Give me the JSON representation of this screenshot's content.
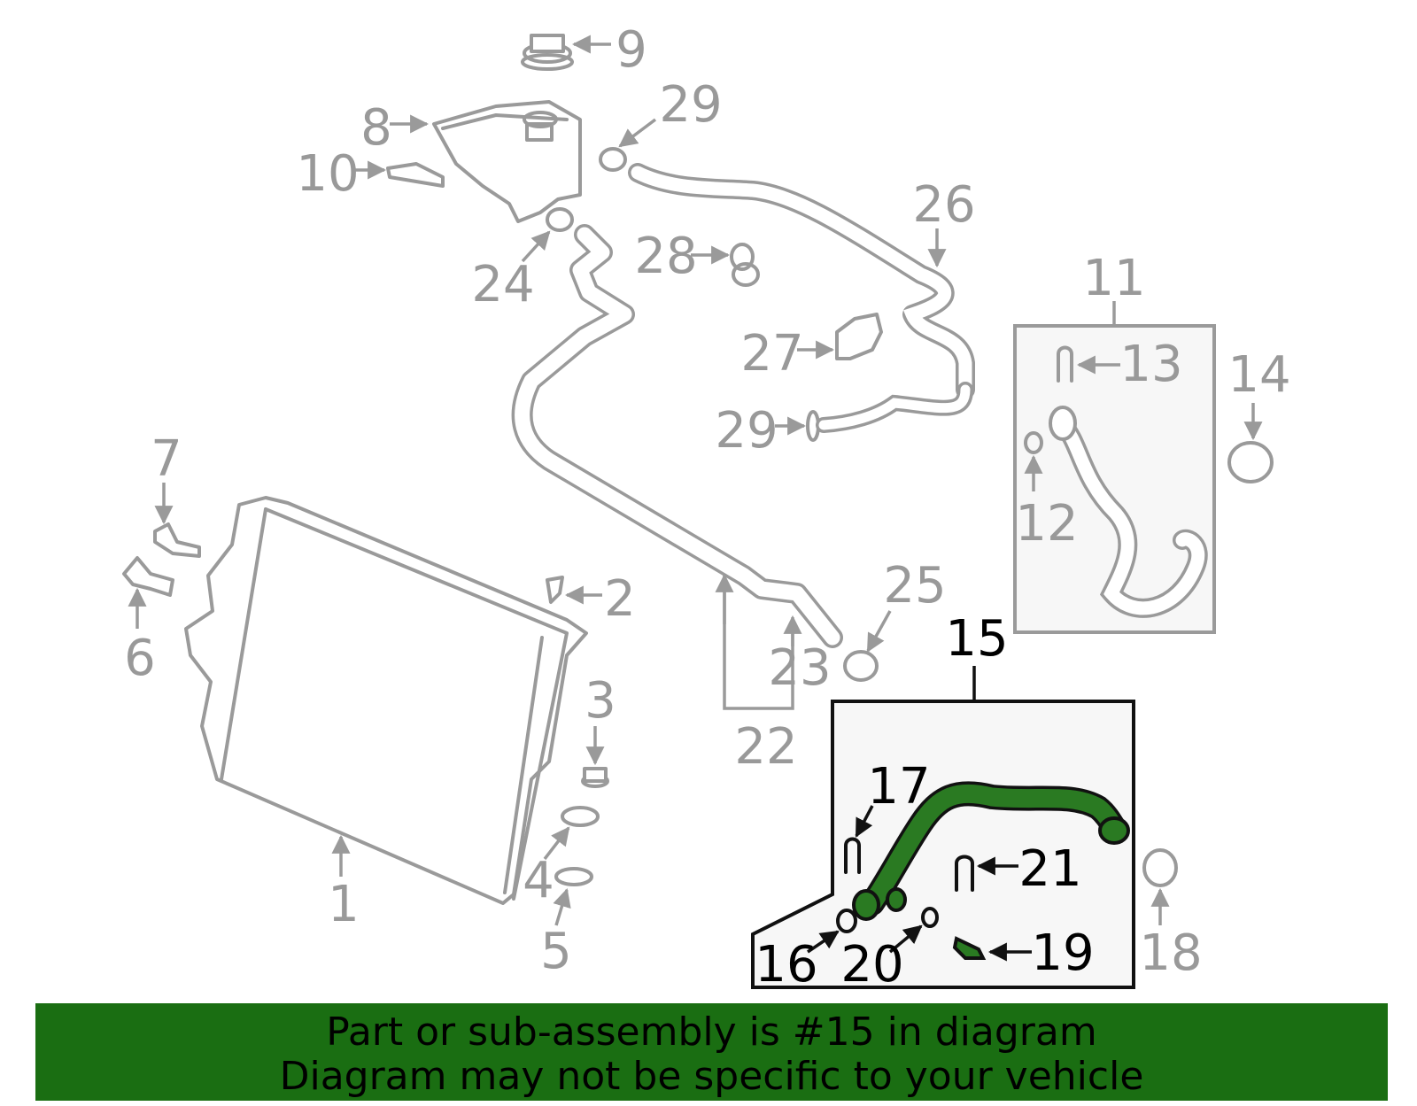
{
  "colors": {
    "banner_bg": "#1a6e12",
    "highlight_part": "#2a7a22",
    "part_lines": "#9a9a9a",
    "highlight_box": "#111111"
  },
  "labels": {
    "l1": "1",
    "l2": "2",
    "l3": "3",
    "l4": "4",
    "l5": "5",
    "l6": "6",
    "l7": "7",
    "l8": "8",
    "l9": "9",
    "l10": "10",
    "l11": "11",
    "l12": "12",
    "l13": "13",
    "l14": "14",
    "l15": "15",
    "l16": "16",
    "l17": "17",
    "l18": "18",
    "l19": "19",
    "l20": "20",
    "l21": "21",
    "l22": "22",
    "l23": "23",
    "l24": "24",
    "l25": "25",
    "l26": "26",
    "l27": "27",
    "l28": "28",
    "l29a": "29",
    "l29b": "29"
  },
  "banner": {
    "line1": "Part or sub-assembly is #15 in diagram",
    "line2": "Diagram may not be specific to your vehicle"
  }
}
